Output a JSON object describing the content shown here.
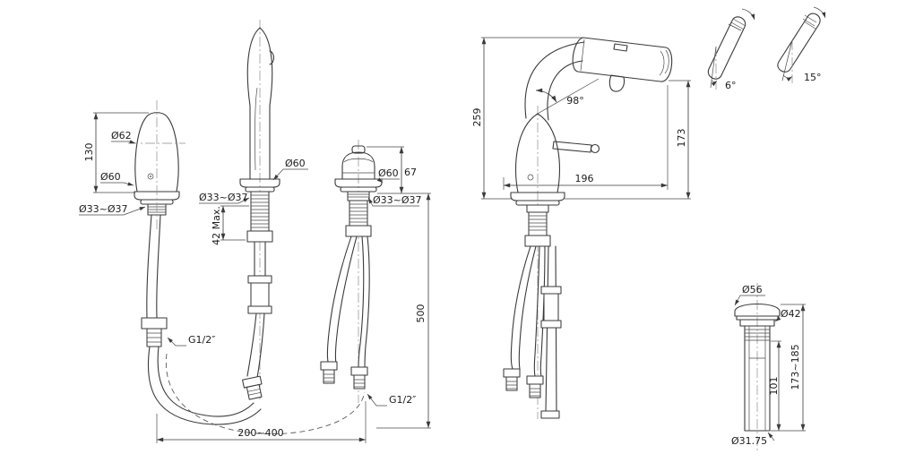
{
  "colors": {
    "line": "#3a3a3a",
    "background": "#ffffff"
  },
  "labels": {
    "handle": {
      "height": "130",
      "dia_top": "Ø62",
      "dia_body": "Ø60",
      "dia_shank": "Ø33~Ø37",
      "thread": "G1/2″"
    },
    "spout": {
      "dia_base": "Ø60",
      "dia_shank": "Ø33~Ø37",
      "max_deck": "42 Max."
    },
    "sprayer": {
      "height": "67",
      "dia_base": "Ø60",
      "dia_shank": "Ø33~Ø37",
      "thread": "G1/2″"
    },
    "hose_length": "500",
    "hose_spread": "200~400",
    "side": {
      "height": "259",
      "spray_angle": "98°",
      "outlet_height": "173",
      "reach": "196"
    },
    "tilt": {
      "small": "6°",
      "large": "15°"
    },
    "drain": {
      "dia_cap": "Ø56",
      "dia_flange": "Ø42",
      "total_length": "173~185",
      "tail_length": "101",
      "dia_tail": "Ø31.75"
    }
  }
}
